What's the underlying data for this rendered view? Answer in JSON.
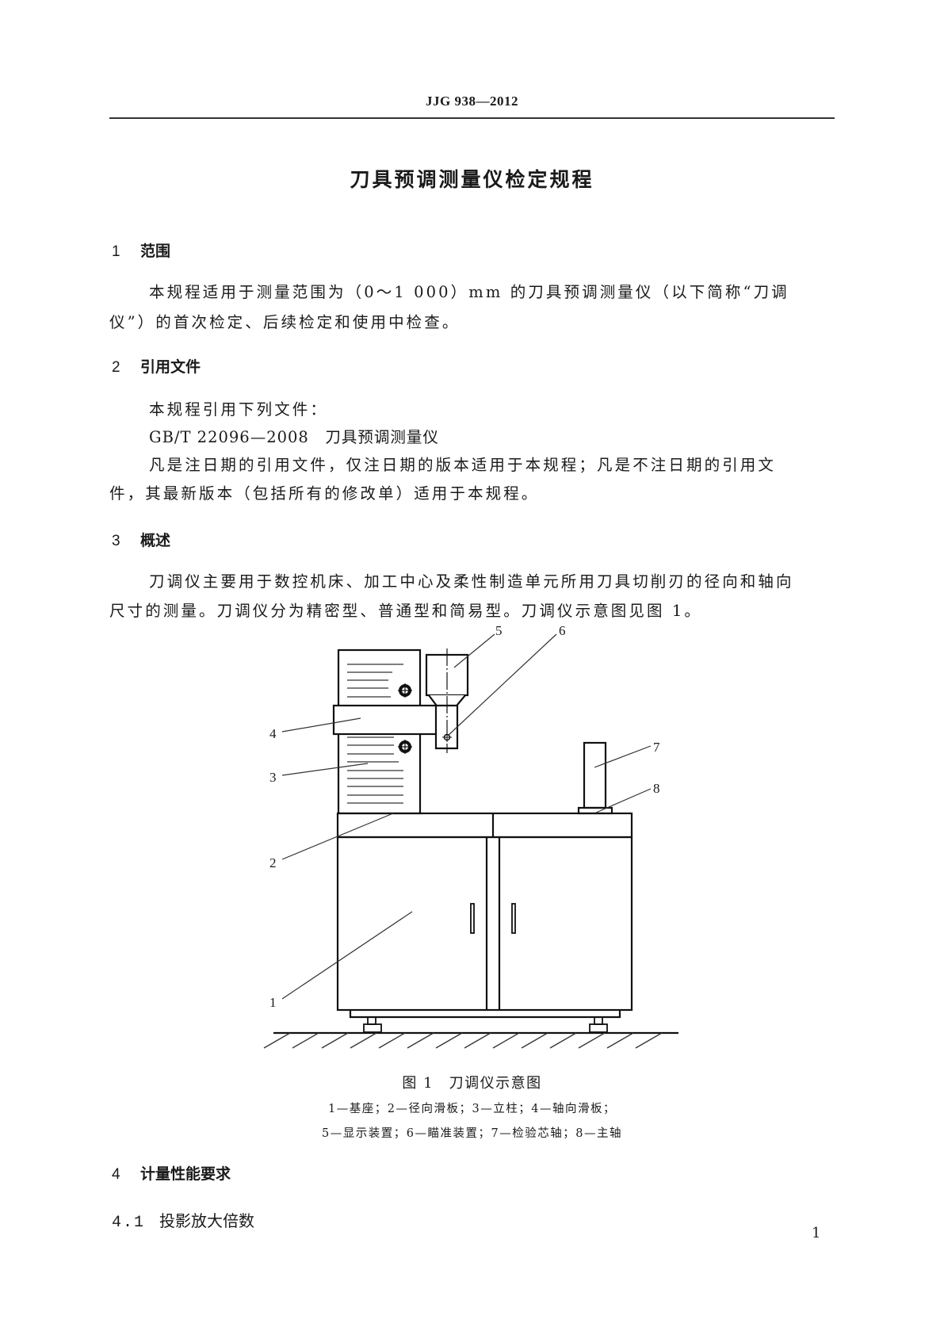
{
  "header": {
    "code": "JJG 938—2012"
  },
  "title": "刀具预调测量仪检定规程",
  "sections": [
    {
      "number": "1",
      "title": "范围",
      "lines": [
        "本规程适用于测量范围为（0～1 000）mm 的刀具预调测量仪（以下简称“刀调",
        "仪”）的首次检定、后续检定和使用中检查。"
      ]
    },
    {
      "number": "2",
      "title": "引用文件",
      "lines": [
        "本规程引用下列文件：",
        "GB/T 22096—2008　刀具预调测量仪",
        "凡是注日期的引用文件，仅注日期的版本适用于本规程；凡是不注日期的引用文",
        "件，其最新版本（包括所有的修改单）适用于本规程。"
      ]
    },
    {
      "number": "3",
      "title": "概述",
      "lines": [
        "刀调仪主要用于数控机床、加工中心及柔性制造单元所用刀具切削刃的径向和轴向",
        "尺寸的测量。刀调仪分为精密型、普通型和简易型。刀调仪示意图见图 1。"
      ]
    },
    {
      "number": "4",
      "title": "计量性能要求"
    }
  ],
  "subsections": [
    {
      "number": "4.1",
      "title": "投影放大倍数"
    }
  ],
  "figure": {
    "callouts": [
      "1",
      "2",
      "3",
      "4",
      "5",
      "6",
      "7",
      "8"
    ],
    "caption": "图 1　刀调仪示意图",
    "legend_line1": "1—基座；2—径向滑板；3—立柱；4—轴向滑板；",
    "legend_line2": "5—显示装置；6—瞄准装置；7—检验芯轴；8—主轴",
    "parts": [
      {
        "id": "1",
        "name": "基座"
      },
      {
        "id": "2",
        "name": "径向滑板"
      },
      {
        "id": "3",
        "name": "立柱"
      },
      {
        "id": "4",
        "name": "轴向滑板"
      },
      {
        "id": "5",
        "name": "显示装置"
      },
      {
        "id": "6",
        "name": "瞄准装置"
      },
      {
        "id": "7",
        "name": "检验芯轴"
      },
      {
        "id": "8",
        "name": "主轴"
      }
    ]
  },
  "page_number": "1"
}
